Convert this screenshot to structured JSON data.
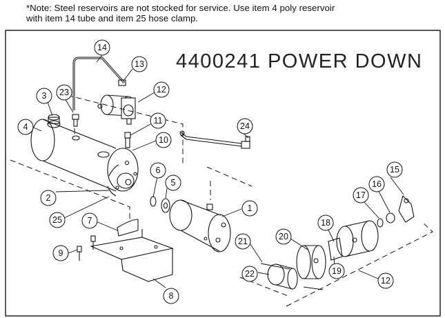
{
  "note": {
    "line1": "*Note: Steel reservoirs are not stocked for service. Use item 4 poly reservoir",
    "line2": "with item 14 tube and item 25 hose clamp."
  },
  "diagram": {
    "title": "4400241  POWER  DOWN",
    "callouts": [
      "14",
      "13",
      "12",
      "23",
      "3",
      "4",
      "11",
      "24",
      "10",
      "6",
      "5",
      "15",
      "16",
      "17",
      "2",
      "25",
      "7",
      "1",
      "18",
      "20",
      "21",
      "9",
      "22",
      "19",
      "12",
      "8"
    ]
  }
}
